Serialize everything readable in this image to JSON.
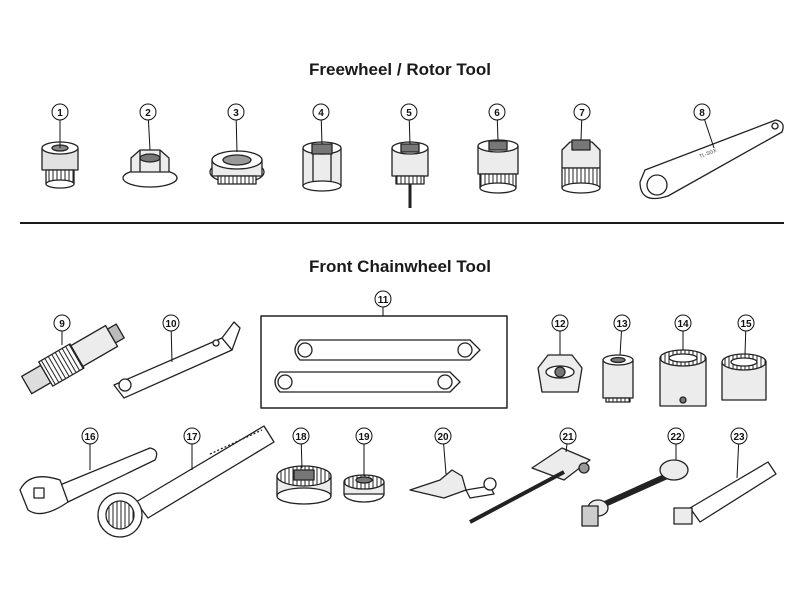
{
  "sections": {
    "freewheel": {
      "title": "Freewheel / Rotor Tool"
    },
    "chainwheel": {
      "title": "Front Chainwheel Tool"
    }
  },
  "colors": {
    "line": "#222222",
    "fill": "#ffffff",
    "shade": "#d8d8d8",
    "dark": "#555555"
  },
  "callouts": [
    "1",
    "2",
    "3",
    "4",
    "5",
    "6",
    "7",
    "8",
    "9",
    "10",
    "11",
    "12",
    "13",
    "14",
    "15",
    "16",
    "17",
    "18",
    "19",
    "20",
    "21",
    "22",
    "23"
  ]
}
